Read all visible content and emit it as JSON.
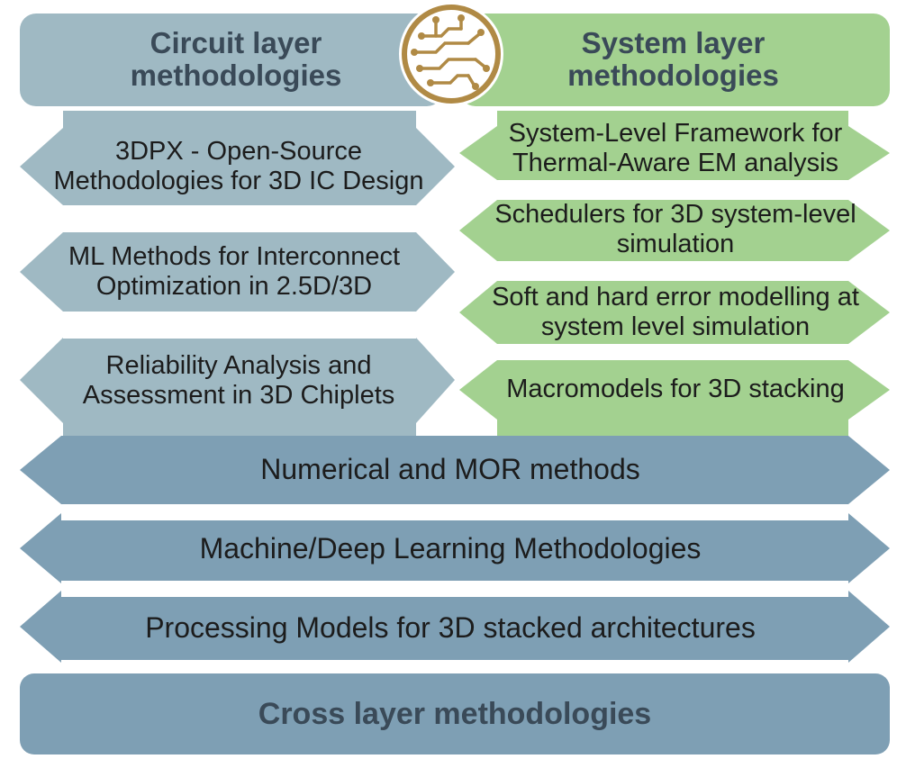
{
  "colors": {
    "circuit_header": "#9fb9c3",
    "system_header": "#a3d190",
    "circuit_arrow": "#9fb9c3",
    "system_arrow": "#a3d190",
    "wide_arrow": "#7e9fb4",
    "cross_bar": "#7e9fb4",
    "logo_gold": "#b08a45"
  },
  "header": {
    "circuit_title": "Circuit layer methodologies",
    "system_title": "System layer methodologies",
    "logo_icon": "circuit-brain-logo-icon"
  },
  "circuit_items": [
    "3DPX - Open-Source Methodologies for 3D IC Design",
    "ML Methods for Interconnect Optimization in 2.5D/3D",
    "Reliability Analysis and Assessment in 3D Chiplets"
  ],
  "system_items": [
    "System-Level Framework for Thermal-Aware EM analysis",
    "Schedulers for 3D system-level simulation",
    "Soft and hard error modelling at system level simulation",
    "Macromodels for 3D stacking"
  ],
  "shared_items": [
    "Numerical and MOR methods",
    "Machine/Deep Learning Methodologies",
    "Processing Models for 3D stacked architectures"
  ],
  "footer": {
    "cross_title": "Cross layer methodologies"
  }
}
